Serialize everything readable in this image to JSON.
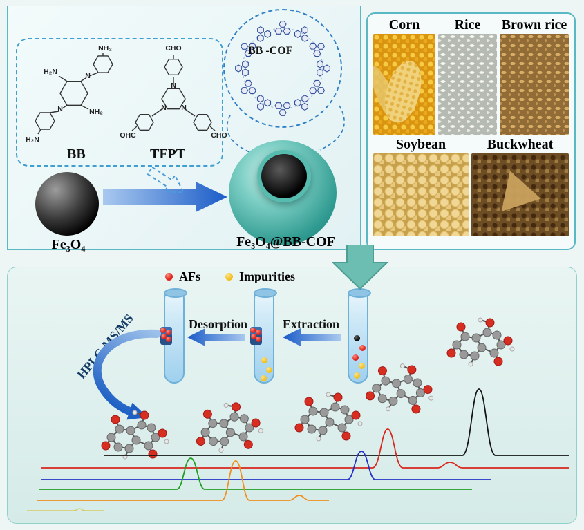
{
  "colors": {
    "panel_border": "#5ab8c4",
    "arrow_blue": "#1d5fc4",
    "big_arrow_teal": "#6cbdb2",
    "afs_red": "#e0251c",
    "impurity_yellow": "#f0c020"
  },
  "synthesis": {
    "bb_label": "BB",
    "tfpt_label": "TFPT",
    "cof_label": "BB -COF",
    "fe3o4_label": "Fe₃O₄",
    "product_label": "Fe₃O₄@BB-COF",
    "atoms": {
      "nh2": "NH₂",
      "h2n": "H₂N",
      "n": "N",
      "cho": "CHO",
      "ohc": "OHC"
    }
  },
  "samples": {
    "items": [
      {
        "label": "Corn"
      },
      {
        "label": "Rice"
      },
      {
        "label": "Brown rice"
      },
      {
        "label": "Soybean"
      },
      {
        "label": "Buckwheat"
      }
    ]
  },
  "workflow": {
    "afs": "AFs",
    "impurities": "Impurities",
    "desorption": "Desorption",
    "extraction": "Extraction",
    "hplc": "HPLC-MS/MS",
    "chromatogram_traces": [
      "black",
      "red",
      "blue",
      "green",
      "orange"
    ]
  }
}
